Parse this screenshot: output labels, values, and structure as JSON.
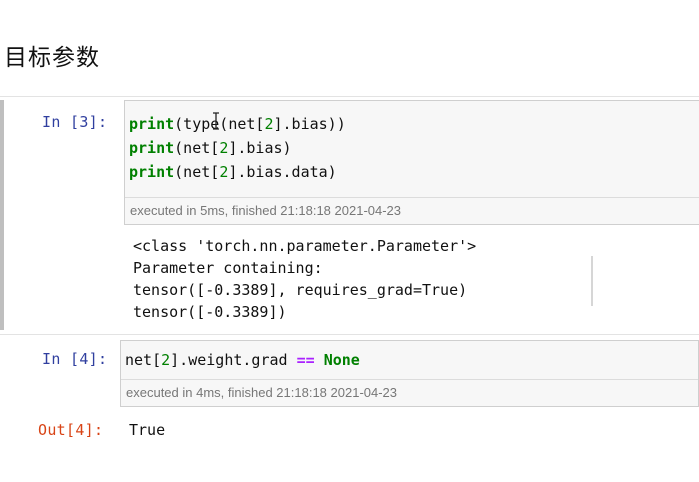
{
  "heading": "目标参数",
  "cell3": {
    "prompt": "In [3]:",
    "code": [
      {
        "pre": "",
        "fn": "print",
        "mid": "(type(net[",
        "num": "2",
        "post": "].bias))"
      },
      {
        "pre": "",
        "fn": "print",
        "mid": "(net[",
        "num": "2",
        "post": "].bias)"
      },
      {
        "pre": "",
        "fn": "print",
        "mid": "(net[",
        "num": "2",
        "post": "].bias.data)"
      }
    ],
    "exec_info": "executed in 5ms, finished 21:18:18 2021-04-23",
    "output": [
      "<class 'torch.nn.parameter.Parameter'>",
      "Parameter containing:",
      "tensor([-0.3389], requires_grad=True)",
      "tensor([-0.3389])"
    ]
  },
  "cell4": {
    "prompt": "In [4]:",
    "code_pre": "net[",
    "code_num": "2",
    "code_mid": "].weight.grad ",
    "code_op": "==",
    "code_kw": "None",
    "exec_info": "executed in 4ms, finished 21:18:18 2021-04-23",
    "out_prompt": "Out[4]:",
    "out_value": "True"
  },
  "colors": {
    "in_prompt": "#303f9f",
    "out_prompt": "#d84315",
    "keyword": "#008000",
    "operator": "#aa22ff"
  }
}
